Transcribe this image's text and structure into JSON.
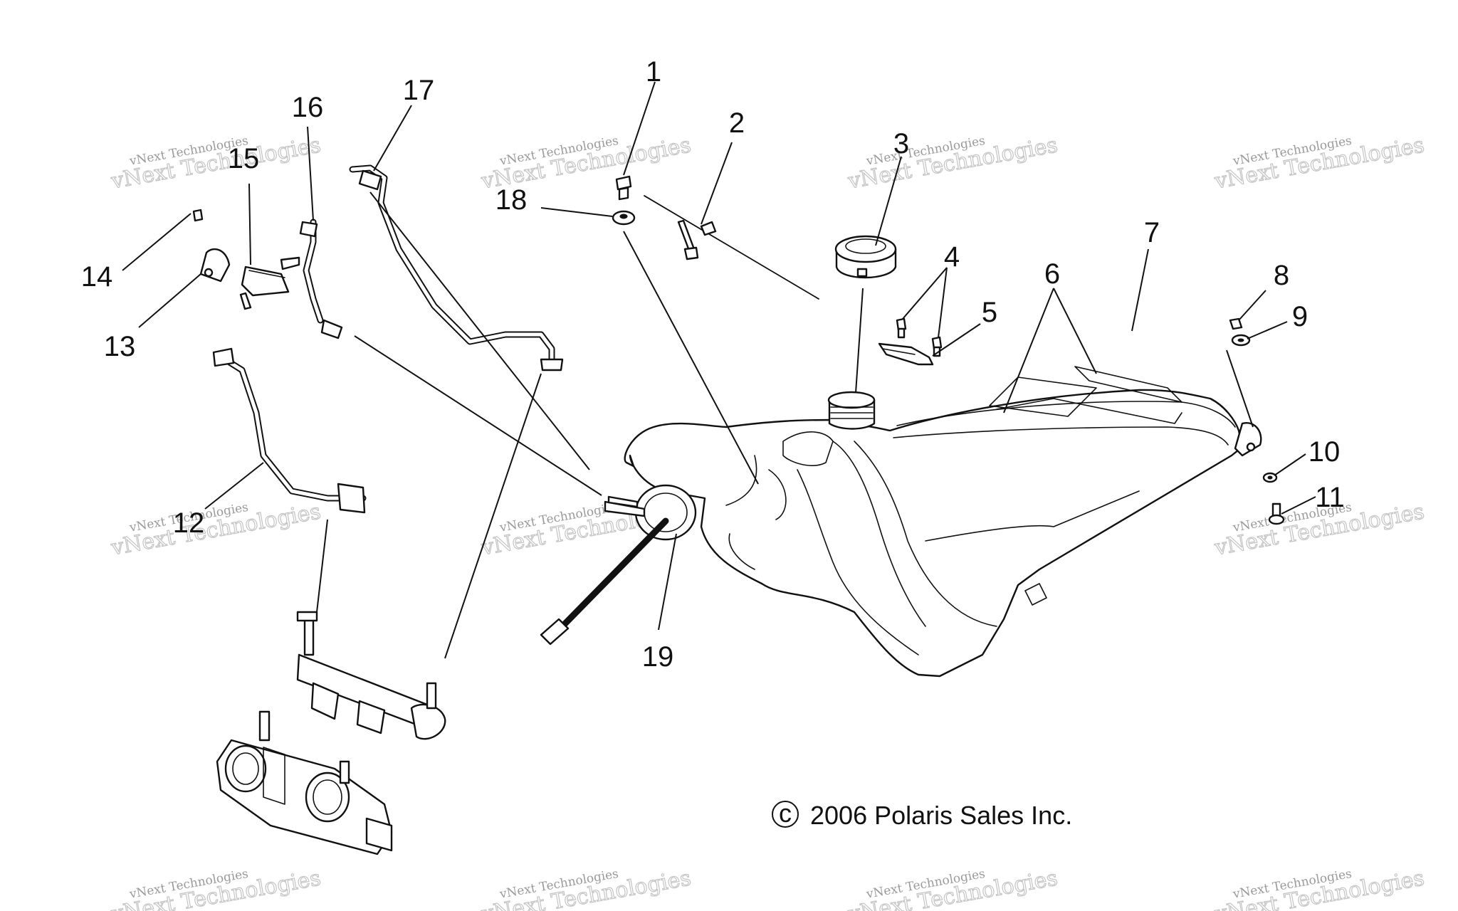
{
  "callouts": [
    "1",
    "2",
    "3",
    "4",
    "5",
    "6",
    "7",
    "8",
    "9",
    "10",
    "11",
    "12",
    "13",
    "14",
    "15",
    "16",
    "17",
    "18",
    "19"
  ],
  "copyright": {
    "symbol": "c",
    "text": "2006 Polaris Sales Inc."
  },
  "watermark": {
    "line1": "vNext Technologies",
    "line2": "vNext Technologies",
    "mark": "vNext"
  }
}
